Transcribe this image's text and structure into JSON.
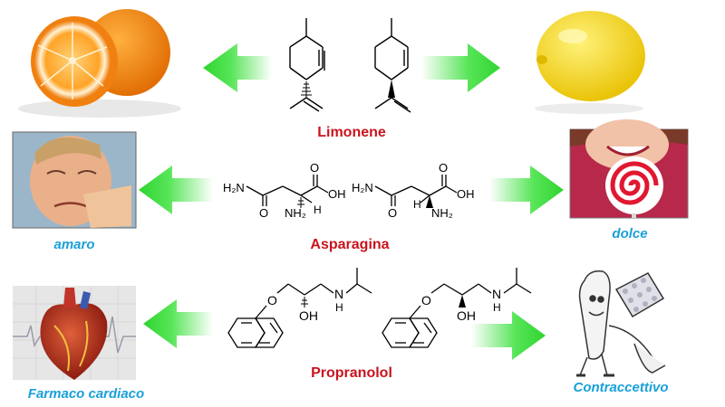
{
  "rows": {
    "limonene": {
      "title": "Limonene"
    },
    "asparagine": {
      "title": "Asparagina",
      "left_caption": "amaro",
      "right_caption": "dolce"
    },
    "propranolol": {
      "title": "Propranolol",
      "left_caption": "Farmaco cardiaco",
      "right_caption": "Contraccettivo"
    }
  },
  "atom_labels": {
    "amide_n": "H₂N",
    "carbonyl_o": "O",
    "acid_oh": "OH",
    "alpha_h": "H",
    "amine": "NH₂",
    "ether_o": "O",
    "alcohol": "OH",
    "amine_n": "N",
    "amine_h": "H"
  },
  "colors": {
    "title": "#c8141e",
    "caption": "#1aa0d8",
    "arrow": "#39e03a"
  }
}
